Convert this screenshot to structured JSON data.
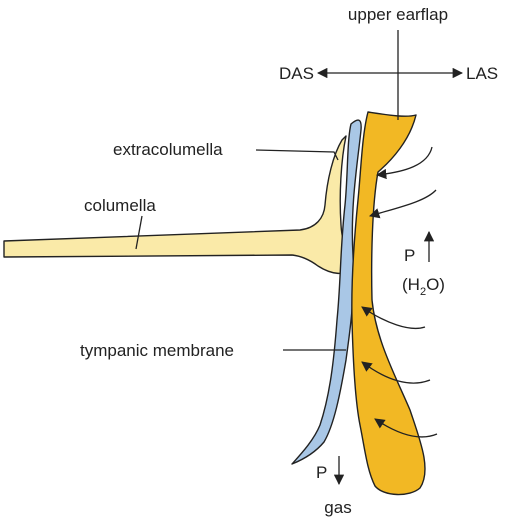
{
  "labels": {
    "upper_earflap": "upper earflap",
    "das": "DAS",
    "las": "LAS",
    "extracolumella": "extracolumella",
    "columella": "columella",
    "tympanic_membrane": "tympanic membrane",
    "pressure_p_top": "P",
    "water_open": "(H",
    "water_sub": "2",
    "water_close": "O)",
    "pressure_p_bottom": "P",
    "gas": "gas"
  },
  "colors": {
    "columella_fill": "#faeaa8",
    "earflap_fill": "#f2b824",
    "membrane_fill": "#a9c7e6",
    "stroke": "#222222"
  },
  "icons": {
    "horizontal_axis": "double-headed-arrow",
    "pressure_up": "arrow-up",
    "pressure_down": "arrow-down",
    "water_pressure_arrows": "curved-arrow"
  }
}
